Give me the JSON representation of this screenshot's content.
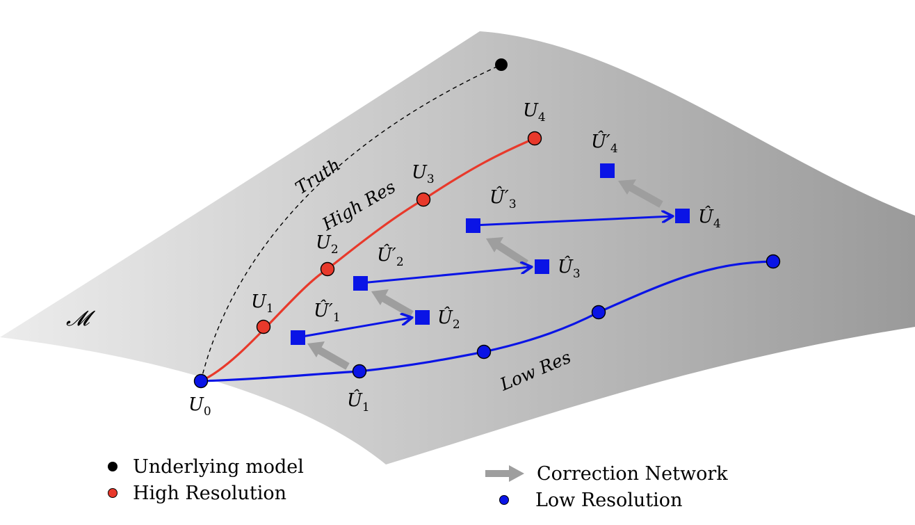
{
  "manifold_label": "𝓜",
  "curve_labels": {
    "truth": "Truth",
    "high_res": "High Res",
    "low_res": "Low Res"
  },
  "point_labels": {
    "u0": {
      "base": "U",
      "sub": "0"
    },
    "u1": {
      "base": "U",
      "sub": "1"
    },
    "u2": {
      "base": "U",
      "sub": "2"
    },
    "u3": {
      "base": "U",
      "sub": "3"
    },
    "u4": {
      "base": "U",
      "sub": "4"
    },
    "uh1": {
      "base": "Û",
      "sub": "1"
    },
    "uh2": {
      "base": "Û",
      "sub": "2"
    },
    "uh3": {
      "base": "Û",
      "sub": "3"
    },
    "uh4": {
      "base": "Û",
      "sub": "4"
    },
    "up1": {
      "base": "Û′",
      "sub": "1"
    },
    "up2": {
      "base": "Û′",
      "sub": "2"
    },
    "up3": {
      "base": "Û′",
      "sub": "3"
    },
    "up4": {
      "base": "Û′",
      "sub": "4"
    }
  },
  "colors": {
    "underlying_model": "#000000",
    "high_resolution": "#e8392b",
    "low_resolution": "#0a14e6",
    "correction_network": "#9e9e9e"
  },
  "legend": {
    "left": [
      {
        "label": "Underlying model",
        "color": "#000000",
        "marker": "circle"
      },
      {
        "label": "High Resolution",
        "color": "#e8392b",
        "marker": "circle"
      }
    ],
    "right": [
      {
        "label": "Correction Network",
        "color": "#9e9e9e",
        "marker": "arrow"
      },
      {
        "label": "Low Resolution",
        "color": "#0a14e6",
        "marker": "circle"
      }
    ]
  }
}
